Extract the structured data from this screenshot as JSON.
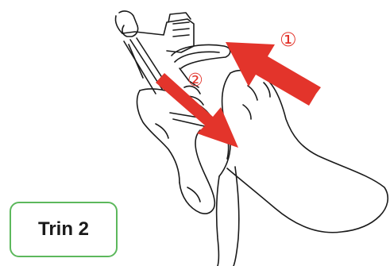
{
  "step_label": "Trin 2",
  "callouts": {
    "first": "①",
    "second": "②"
  },
  "colors": {
    "arrow": "#e3342b",
    "step_border": "#5cb85c",
    "line_art": "#1a1a1a"
  },
  "icons": {
    "arrow_1": "arrow-up-left",
    "arrow_2": "arrow-down-right"
  }
}
